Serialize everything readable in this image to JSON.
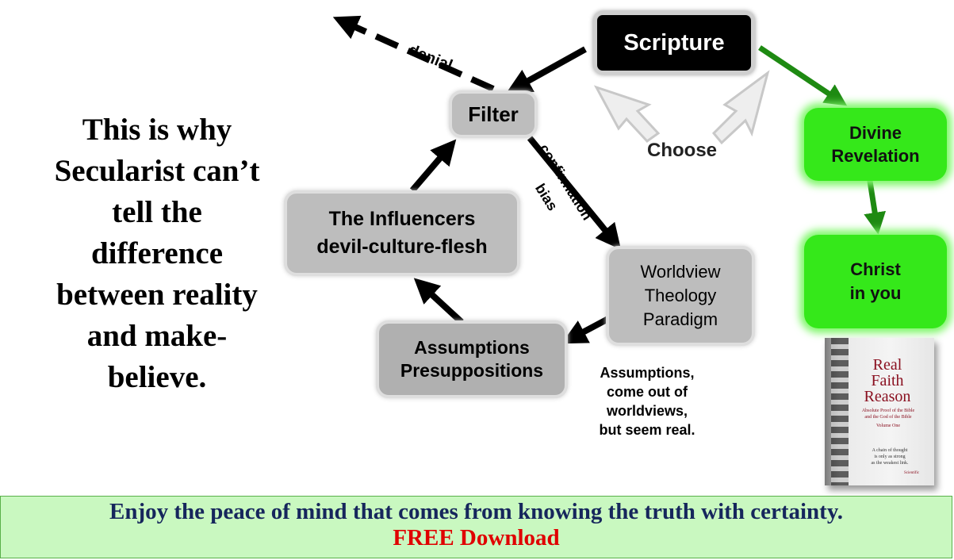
{
  "headline": "This is why\nSecularist can’t\ntell the\ndifference\nbetween reality\nand make-\nbelieve.",
  "nodes": {
    "scripture": "Scripture",
    "filter": "Filter",
    "influencers": "The Influencers\ndevil-culture-flesh",
    "worldview": "Worldview\nTheology\nParadigm",
    "assumptions": "Assumptions\nPresuppositions",
    "divine_revelation": "Divine\nRevelation",
    "christ_in_you": "Christ\nin you"
  },
  "labels": {
    "denial": "denial",
    "confirmation": "confirmation",
    "bias": "bias",
    "choose": "Choose",
    "assumptions_note": "Assumptions,\ncome out of\nworldviews,\nbut seem real."
  },
  "book": {
    "title": "Real\nFaith\nReason",
    "subtitle": "Absolute Proof of the Bible\nand the God of the Bible",
    "volume": "Volume One",
    "quote": "A chain of thought\nis only as strong\nas the weakest link.",
    "publisher": "Scientific"
  },
  "banner": {
    "line1": "Enjoy the peace of mind that comes from knowing the truth with certainty.",
    "line2": "FREE Download"
  },
  "colors": {
    "green_node": "#35e81a",
    "grey_node": "#bdbdbd",
    "green_arrow": "#1e8a12",
    "banner_bg": "#c9f8c0",
    "banner_text": "#16265c",
    "banner_accent": "#e00000"
  }
}
